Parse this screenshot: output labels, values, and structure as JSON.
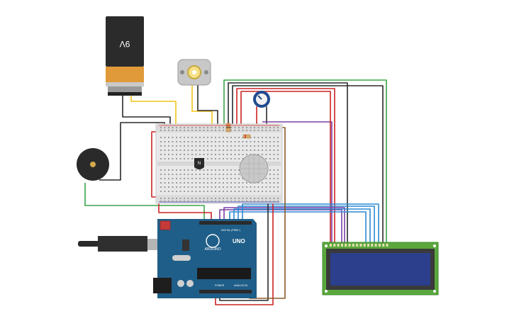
{
  "battery": {
    "label": "9V"
  },
  "transistor": {
    "label": "N"
  },
  "arduino": {
    "brand": "ARDUINO",
    "model": "UNO",
    "digital_label": "DIGITAL (PWM~)",
    "power_label": "POWER",
    "analog_label": "ANALOG IN"
  },
  "colors": {
    "board": "#1f5e88",
    "breadboard": "#ececec",
    "lcd_pcb": "#5aa83d",
    "lcd_screen": "#2b3f8c",
    "wire_red": "#cc2222",
    "wire_black": "#2a2a2a",
    "wire_yellow": "#f0c419",
    "wire_green": "#3aa34a",
    "wire_purple": "#7b3fa6",
    "wire_blue": "#2a8ad4",
    "wire_brown": "#8b5a2b"
  }
}
